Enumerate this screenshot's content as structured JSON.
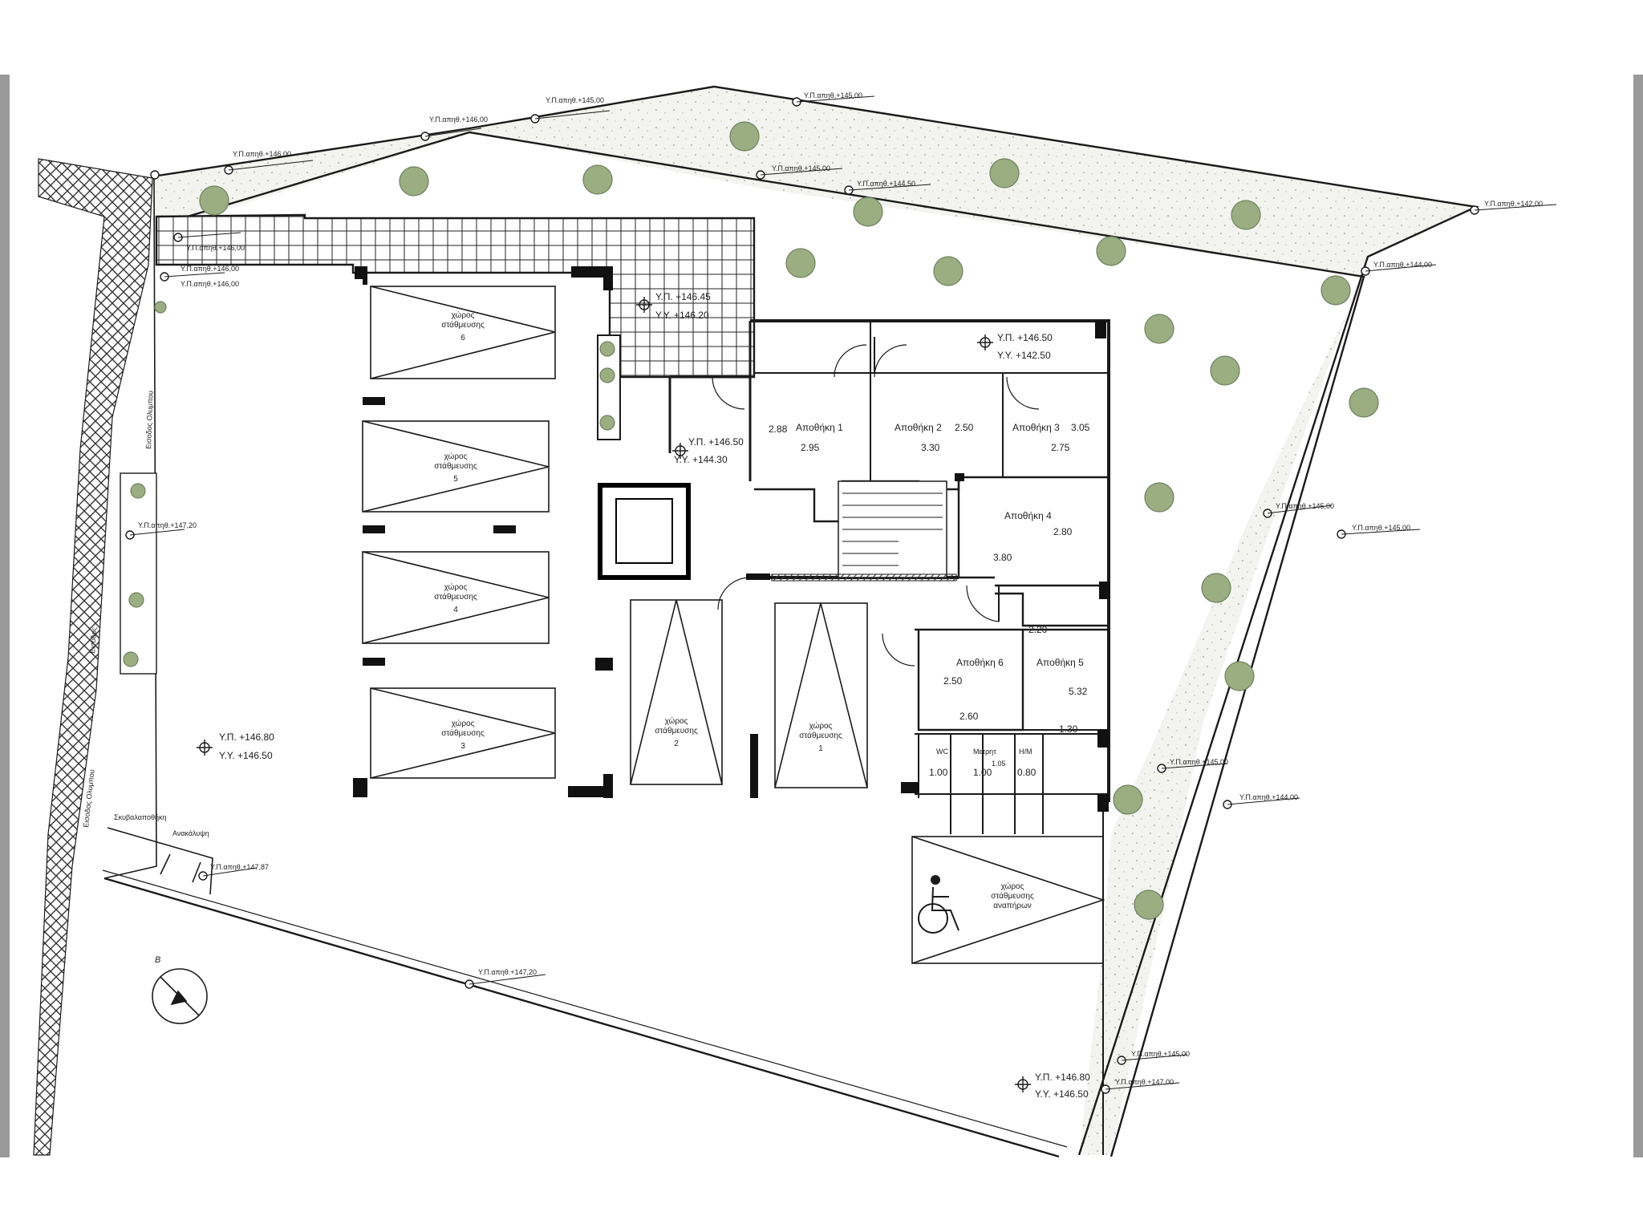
{
  "colors": {
    "ink": "#1a1a1a",
    "garden_fill": "#eef0ea",
    "tree_fill": "#9aae82",
    "frame": "#9a9a9a",
    "hatch": "#333333"
  },
  "north_label": "B",
  "street_labels": {
    "street_1": "Εισοδος Ολυμπου",
    "street_2": "Εισοδος Ολυμπου",
    "street_3": "Εισοδος"
  },
  "rooms": {
    "storage_1": "Αποθήκη 1",
    "storage_2": "Αποθήκη 2",
    "storage_3": "Αποθήκη 3",
    "storage_4": "Αποθήκη 4",
    "storage_5": "Αποθήκη 5",
    "storage_6": "Αποθήκη 6",
    "wc": "WC",
    "meter": "Μετρητ",
    "small_room": "Η/Μ"
  },
  "parking": {
    "p6": {
      "title": "χώρος",
      "sub": "στάθμευσης",
      "num": "6"
    },
    "p5": {
      "title": "χώρος",
      "sub": "στάθμευσης",
      "num": "5"
    },
    "p4": {
      "title": "χώρος",
      "sub": "στάθμευσης",
      "num": "4"
    },
    "p3": {
      "title": "χώρος",
      "sub": "στάθμευσης",
      "num": "3"
    },
    "p2": {
      "title": "χώρος",
      "sub": "στάθμευσης",
      "num": "2"
    },
    "p1": {
      "title": "χώρος",
      "sub": "στάθμευσης",
      "num": "1"
    },
    "disabled": {
      "title": "χώρος",
      "sub": "στάθμευσης",
      "extra": "αναπήρων"
    }
  },
  "dimensions": {
    "d1": "2.88",
    "d2": "2.95",
    "d3": "2.50",
    "d4": "3.30",
    "d5": "3.05",
    "d6": "2.75",
    "d7": "2.80",
    "d8": "3.80",
    "d9": "2.20",
    "d10": "2.50",
    "d11": "5.32",
    "d12": "2.60",
    "d13": "1.30",
    "d14": "1.00",
    "d15": "1.00",
    "d16": "0.80",
    "d17": "1.05"
  },
  "levels": {
    "main_left": {
      "a": "Υ.Π. +146.80",
      "b": "Υ.Υ. +146.50"
    },
    "courtyard": {
      "a": "Υ.Π. +146.45",
      "b": "Υ.Υ. +146.20"
    },
    "lobby": {
      "a": "Υ.Π. +146.50",
      "b": "Υ.Υ. +144.30"
    },
    "storage_top": {
      "a": "Υ.Π. +146.50",
      "b": "Υ.Υ. +142.50"
    },
    "bottom_right": {
      "a": "Υ.Π. +146.80",
      "b": "Υ.Υ. +146.50"
    }
  },
  "boundary_levels": {
    "b1": "Υ.Π.απηθ.+146,00",
    "b2": "Υ.Π.απηθ.+146,00",
    "b3": "Υ.Π.απηθ.+145,00",
    "b4": "Υ.Π.απηθ.+145,00",
    "b5": "Υ.Π.απηθ.+145,00",
    "b6": "Υ.Π.απηθ.+144,50",
    "b7": "Υ.Π.απηθ.+142,00",
    "b8": "Υ.Π.απηθ.+144,00",
    "b9": "Υ.Π.απηθ.+145,00",
    "b10": "Υ.Π.απηθ.+145,00",
    "b11": "Υ.Π.απηθ.+145,00",
    "b12": "Υ.Π.απηθ.+144,00",
    "b13": "Υ.Π.απηθ.+145,00",
    "b14": "Υ.Π.απηθ.+147,20",
    "b15": "Υ.Π.απηθ.+147,00",
    "b16": "Υ.Π.απηθ.+147,87",
    "b17": "Υ.Π.απηθ.+147,20",
    "b18": "Υ.Π.απηθ.+146,00",
    "b19": "Υ.Π.απηθ.+146,00",
    "b20": "Υ.Π.απηθ.+146,00"
  },
  "side_labels": {
    "waste": "Σκυβαλαποθήκη",
    "cover": "Ανακάλυψη"
  }
}
